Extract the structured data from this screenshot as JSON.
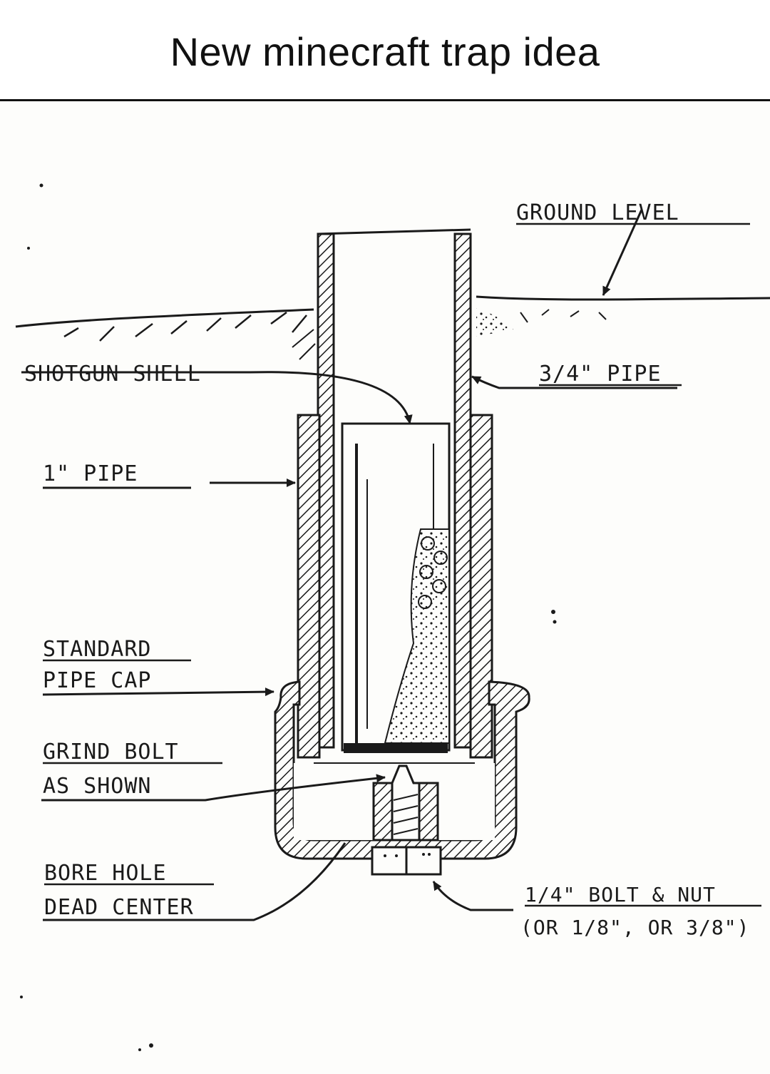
{
  "header": {
    "title": "New minecraft trap idea"
  },
  "diagram": {
    "labels": {
      "ground_level": "GROUND LEVEL",
      "shotgun_shell": "SHOTGUN SHELL",
      "three_quarter_pipe": "3/4\" PIPE",
      "one_inch_pipe": "1\" PIPE",
      "pipe_cap_line1": "STANDARD",
      "pipe_cap_line2": "PIPE CAP",
      "grind_bolt_line1": "GRIND BOLT",
      "grind_bolt_line2": "AS SHOWN",
      "bore_hole_line1": "BORE HOLE",
      "bore_hole_line2": "DEAD CENTER",
      "bolt_nut_line1": "1/4\" BOLT & NUT",
      "bolt_nut_line2": "(OR 1/8\", OR 3/8\")"
    },
    "colors": {
      "ink": "#1a1a1a",
      "paper": "#fdfdfb"
    }
  }
}
